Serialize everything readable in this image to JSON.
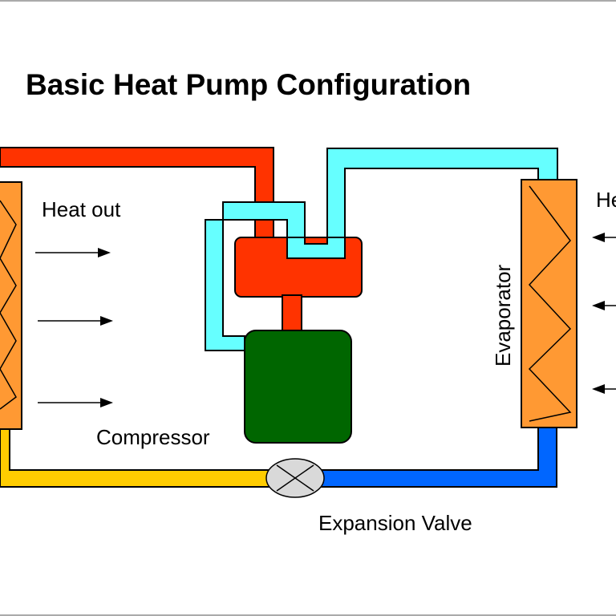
{
  "title": "Basic Heat Pump Configuration",
  "labels": {
    "heat_out": "Heat out",
    "heat_in": "Heat in",
    "evaporator": "Evaporator",
    "compressor": "Compressor",
    "expansion_valve": "Expansion Valve"
  },
  "colors": {
    "hot_gas": "#ff3300",
    "cold_gas": "#66ffff",
    "warm_liquid": "#ffcc00",
    "cold_liquid": "#0066ff",
    "coil": "#ff9933",
    "compressor_body": "#006600",
    "valve": "#d9d9d9",
    "outline": "#000000"
  }
}
